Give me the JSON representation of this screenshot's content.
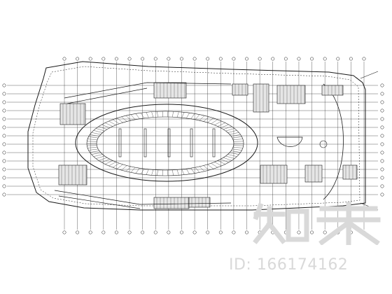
{
  "drawing": {
    "line_color": "#1a1a1a",
    "hatch_color": "#3a3a3a",
    "background": "#ffffff",
    "column_grid_count": 24,
    "row_grid_count": 14
  },
  "watermark": {
    "logo_text": "知末",
    "id_label": "ID: 166174162",
    "color": "#d9d9d9"
  }
}
